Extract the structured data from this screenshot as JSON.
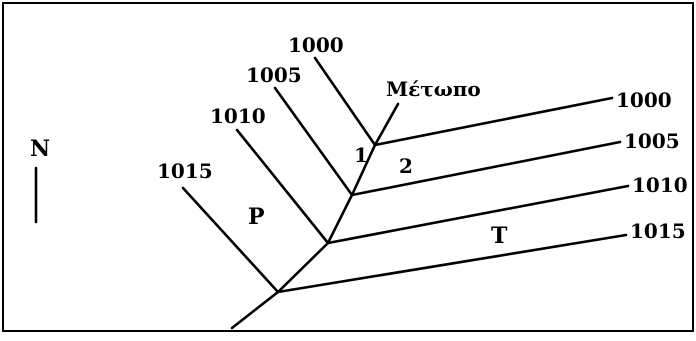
{
  "north_label": "N",
  "front_label": "Μέτωπο",
  "left_isobars": [
    "1000",
    "1005",
    "1010",
    "1015"
  ],
  "right_isobars": [
    "1000",
    "1005",
    "1010",
    "1015"
  ],
  "region_labels": {
    "p": "P",
    "t": "T",
    "one": "1",
    "two": "2"
  }
}
